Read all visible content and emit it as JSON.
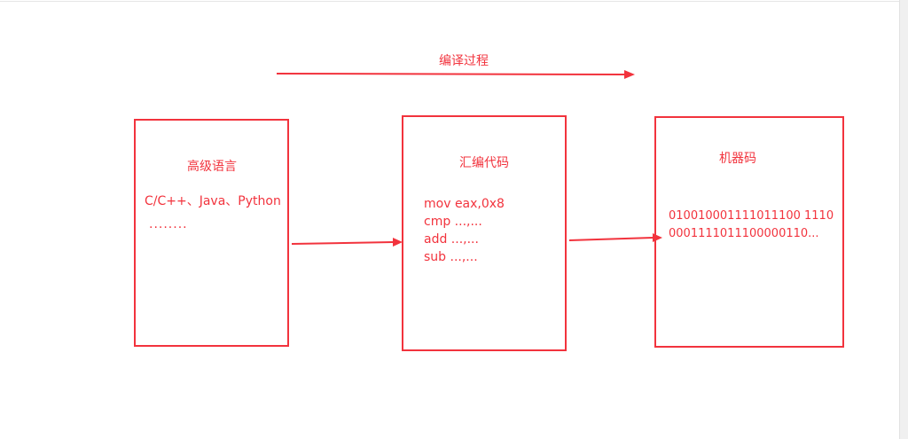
{
  "colors": {
    "stroke": "#f2333d",
    "text": "#f2333d",
    "background": "#ffffff"
  },
  "process": {
    "label": "编译过程"
  },
  "boxes": {
    "high_level": {
      "title": "高级语言",
      "lines": [
        "C/C++、Java、Python",
        "........"
      ]
    },
    "assembly": {
      "title": "汇编代码",
      "lines": [
        "mov eax,0x8",
        "cmp ...,...",
        "add ...,...",
        "sub ...,..."
      ]
    },
    "machine": {
      "title": "机器码",
      "lines": [
        "010010001111011100 1110",
        "0001111011100000110..."
      ]
    }
  }
}
